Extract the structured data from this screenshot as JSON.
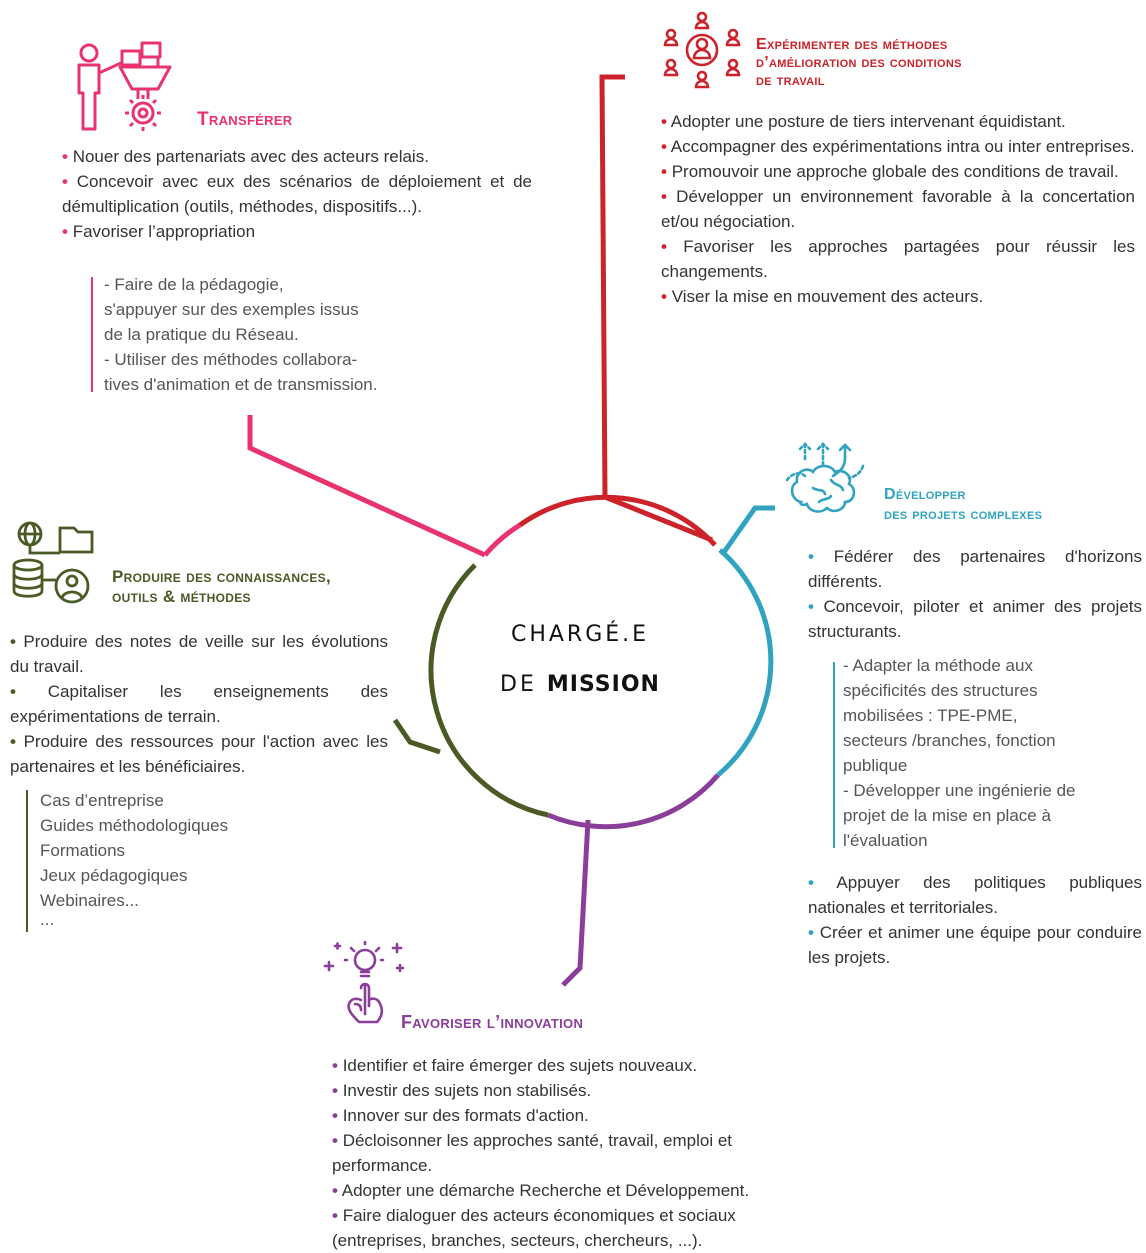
{
  "center": {
    "line1": "CHARGÉ.E",
    "line2_prefix": "DE ",
    "line2_bold": "MISSION"
  },
  "colors": {
    "transferer": "#e8336d",
    "experimenter": "#cc2229",
    "developper": "#2fa3c0",
    "innovation": "#8b3d9a",
    "produire": "#4a5a24"
  },
  "transferer": {
    "icon": "presenter-gear-icon",
    "title": "Transférer",
    "items": [
      "Nouer des partenariats avec des acteurs relais.",
      "Concevoir avec eux des scénarios de déploiement et de démultiplication (outils, méthodes, dispositifs...).",
      "Favoriser l’appropriation"
    ],
    "sub_items": [
      "- Faire de la pédagogie,",
      "s'appuyer sur des exemples issus",
      "de la pratique du Réseau.",
      "- Utiliser des méthodes collabora-",
      "tives d'animation et de transmission."
    ]
  },
  "experimenter": {
    "icon": "people-network-icon",
    "title_lines": [
      "Expérimenter des méthodes",
      "d’amélioration des conditions",
      "de travail"
    ],
    "items": [
      "Adopter une posture de tiers intervenant équidistant.",
      "Accompagner des expérimentations intra ou inter entreprises.",
      "Promouvoir une approche globale des conditions de travail.",
      "Développer un environnement favorable à la concertation et/ou négociation.",
      "Favoriser les approches partagées pour réussir les changements.",
      "Viser la mise en mouvement des acteurs."
    ]
  },
  "developper": {
    "icon": "brain-arrows-icon",
    "title_lines": [
      "Développer",
      "des projets complexes"
    ],
    "items": [
      "Fédérer des partenaires d'horizons différents.",
      "Concevoir, piloter et animer des projets structurants."
    ],
    "sub_items": [
      "- Adapter la méthode aux",
      "spécificités des structures",
      "mobilisées : TPE-PME,",
      "secteurs /branches, fonction",
      "publique",
      "- Développer une ingénierie de",
      "projet de la mise en place à",
      "l'évaluation"
    ],
    "items2": [
      "Appuyer des politiques publiques nationales et territoriales.",
      "Créer et animer une équipe pour conduire les projets."
    ]
  },
  "produire": {
    "icon": "globe-database-icon",
    "title_lines": [
      "Produire des connaissances,",
      "outils & méthodes"
    ],
    "items": [
      "Produire des notes de veille sur les évolutions du travail.",
      "Capitaliser les enseignements des expérimentations de terrain.",
      "Produire des ressources pour l'action avec les partenaires et les bénéficiaires."
    ],
    "sub_items": [
      "Cas d’entreprise",
      "Guides méthodologiques",
      "Formations",
      "Jeux pédagogiques",
      "Webinaires...",
      "..."
    ]
  },
  "innovation": {
    "icon": "lightbulb-hand-icon",
    "title": "Favoriser l’innovation",
    "items": [
      "Identifier et faire émerger des sujets nouveaux.",
      "Investir des sujets non stabilisés.",
      "Innover sur des formats d'action.",
      "Décloisonner les approches santé, travail, emploi et performance.",
      "Adopter une démarche Recherche et Développement.",
      "Faire dialoguer des acteurs économiques et sociaux (entreprises, branches, secteurs, chercheurs, ...)."
    ]
  }
}
